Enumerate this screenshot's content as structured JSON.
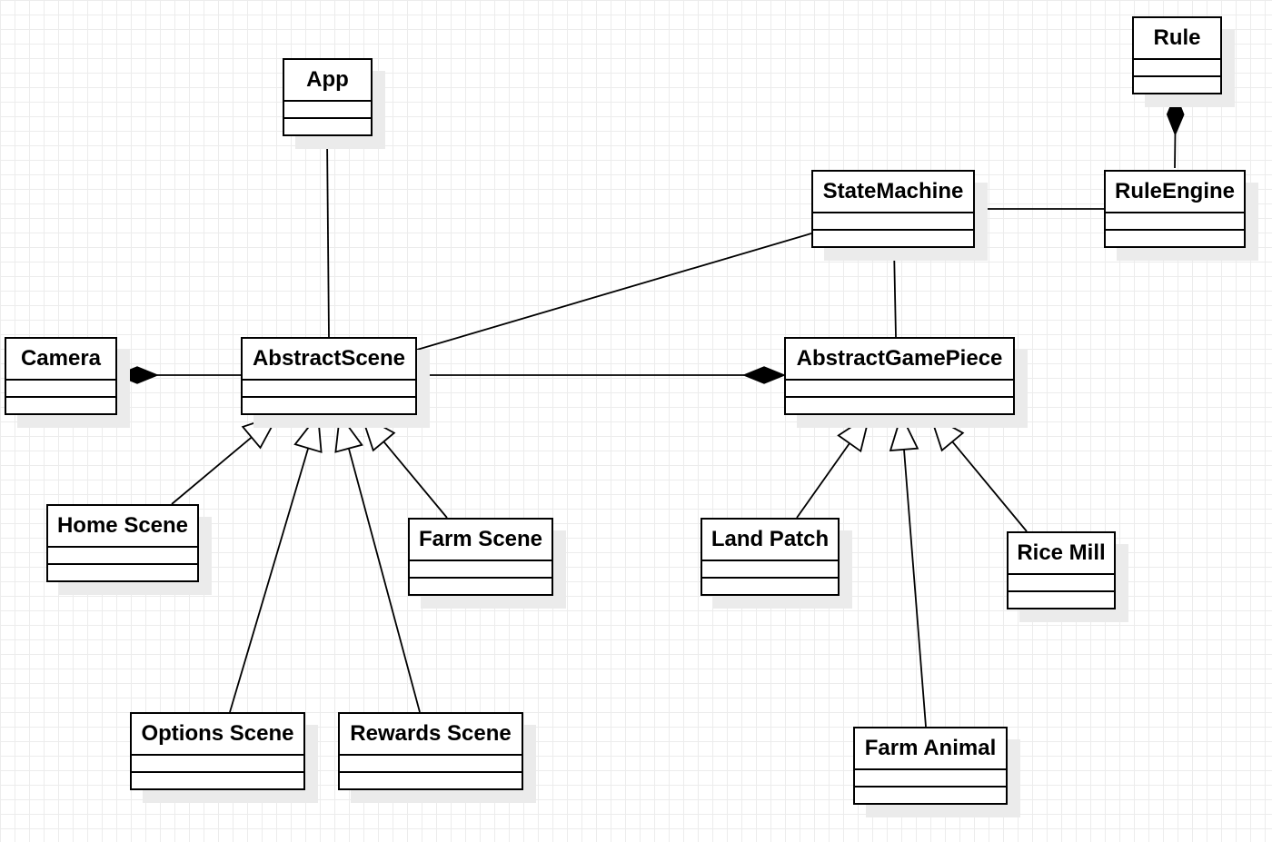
{
  "classes": {
    "rule": "Rule",
    "app": "App",
    "state_machine": "StateMachine",
    "rule_engine": "RuleEngine",
    "camera": "Camera",
    "abstract_scene": "AbstractScene",
    "abstract_game_piece": "AbstractGamePiece",
    "home_scene": "Home Scene",
    "farm_scene": "Farm Scene",
    "options_scene": "Options Scene",
    "rewards_scene": "Rewards Scene",
    "land_patch": "Land Patch",
    "rice_mill": "Rice Mill",
    "farm_animal": "Farm Animal"
  },
  "relationships": [
    {
      "from": "rule_engine",
      "to": "rule",
      "type": "composition"
    },
    {
      "from": "state_machine",
      "to": "rule_engine",
      "type": "association"
    },
    {
      "from": "app",
      "to": "abstract_scene",
      "type": "association"
    },
    {
      "from": "state_machine",
      "to": "abstract_scene",
      "type": "association"
    },
    {
      "from": "state_machine",
      "to": "abstract_game_piece",
      "type": "association"
    },
    {
      "from": "abstract_scene",
      "to": "camera",
      "type": "composition"
    },
    {
      "from": "abstract_scene",
      "to": "abstract_game_piece",
      "type": "composition"
    },
    {
      "from": "home_scene",
      "to": "abstract_scene",
      "type": "generalization"
    },
    {
      "from": "options_scene",
      "to": "abstract_scene",
      "type": "generalization"
    },
    {
      "from": "rewards_scene",
      "to": "abstract_scene",
      "type": "generalization"
    },
    {
      "from": "farm_scene",
      "to": "abstract_scene",
      "type": "generalization"
    },
    {
      "from": "land_patch",
      "to": "abstract_game_piece",
      "type": "generalization"
    },
    {
      "from": "farm_animal",
      "to": "abstract_game_piece",
      "type": "generalization"
    },
    {
      "from": "rice_mill",
      "to": "abstract_game_piece",
      "type": "generalization"
    }
  ]
}
